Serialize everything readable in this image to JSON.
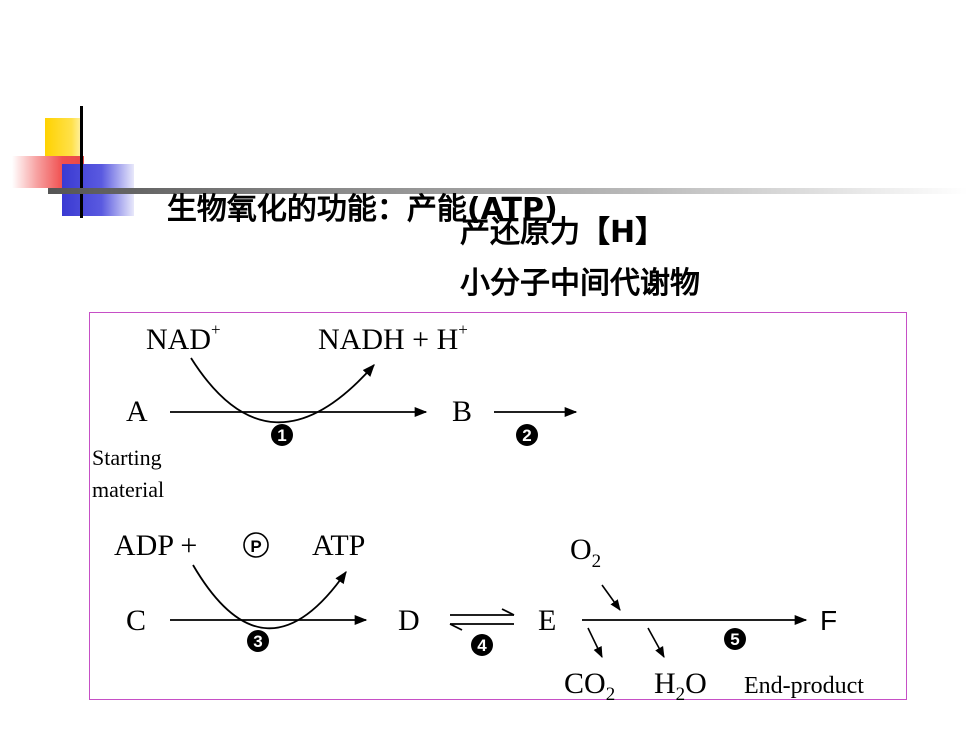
{
  "slide": {
    "title_prefix": "生物氧化的功能：",
    "functions": [
      "产能(ATP)",
      "产还原力【H】",
      "小分子中间代谢物"
    ]
  },
  "diagram": {
    "row1": {
      "cofactor_in": "NAD",
      "cofactor_out": "NADH + H",
      "superscript": "+",
      "substrate": "A",
      "substrate_note_line1": "Starting",
      "substrate_note_line2": "material",
      "product": "B",
      "step1": "1",
      "step2": "2"
    },
    "row2": {
      "cofactor_in": "ADP + ",
      "phosphate": "P",
      "cofactor_out": "ATP",
      "substrate": "C",
      "intermediate": "D",
      "intermediate2": "E",
      "product": "F",
      "oxygen": "O",
      "oxygen_sub": "2",
      "co2": "CO",
      "co2_sub": "2",
      "h2o_h": "H",
      "h2o_sub": "2",
      "h2o_o": "O",
      "end_product": "End-product",
      "step3": "3",
      "step4": "4",
      "step5": "5"
    }
  },
  "colors": {
    "deco_yellow": "#ffd200",
    "deco_red": "#f05050",
    "deco_blue": "#3a3ad2",
    "box_border": "#c64fc6"
  }
}
